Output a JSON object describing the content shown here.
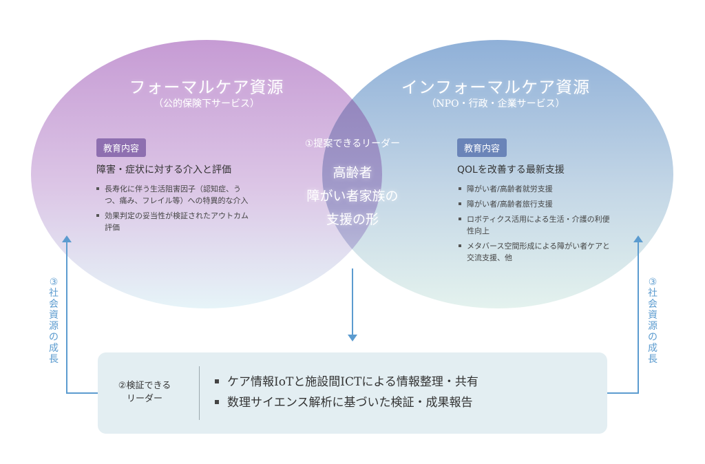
{
  "left_circle": {
    "title": "フォーマルケア資源",
    "subtitle": "（公的保険下サービス）",
    "badge": "教育内容",
    "heading": "障害・症状に対する介入と評価",
    "bullets": [
      "長寿化に伴う生活阻害因子（認知症、うつ、痛み、フレイル等）への特異的な介入",
      "効果判定の妥当性が検証されたアウトカム評価"
    ]
  },
  "right_circle": {
    "title": "インフォーマルケア資源",
    "subtitle": "（NPO・行政・企業サービス）",
    "badge": "教育内容",
    "heading": "QOLを改善する最新支援",
    "bullets": [
      "障がい者/高齢者就労支援",
      "障がい者/高齢者旅行支援",
      "ロボティクス活用による生活・介護の利便性向上",
      "メタバース空間形成による障がい者ケアと交流支援、他"
    ]
  },
  "center": {
    "label": "①提案できるリーダー",
    "lines": [
      "高齢者",
      "障がい者家族の",
      "支援の形"
    ]
  },
  "growth": {
    "left": [
      "③",
      "社",
      "会",
      "資",
      "源",
      "の",
      "成",
      "長"
    ],
    "right": [
      "③",
      "社",
      "会",
      "資",
      "源",
      "の",
      "成",
      "長"
    ]
  },
  "bottom_box": {
    "label_line1": "②検証できる",
    "label_line2": "リーダー",
    "items": [
      "ケア情報IoTと施設間ICTによる情報整理・共有",
      "数理サイエンス解析に基づいた検証・成果報告"
    ]
  },
  "colors": {
    "left_top": "#c49ad3",
    "right_top": "#8eaed6",
    "overlap": "#8a7ab8",
    "badge_left": "#8e6fb0",
    "badge_right": "#6a84b8",
    "arrow": "#5b9bcf",
    "box_bg": "#e3eef2"
  }
}
